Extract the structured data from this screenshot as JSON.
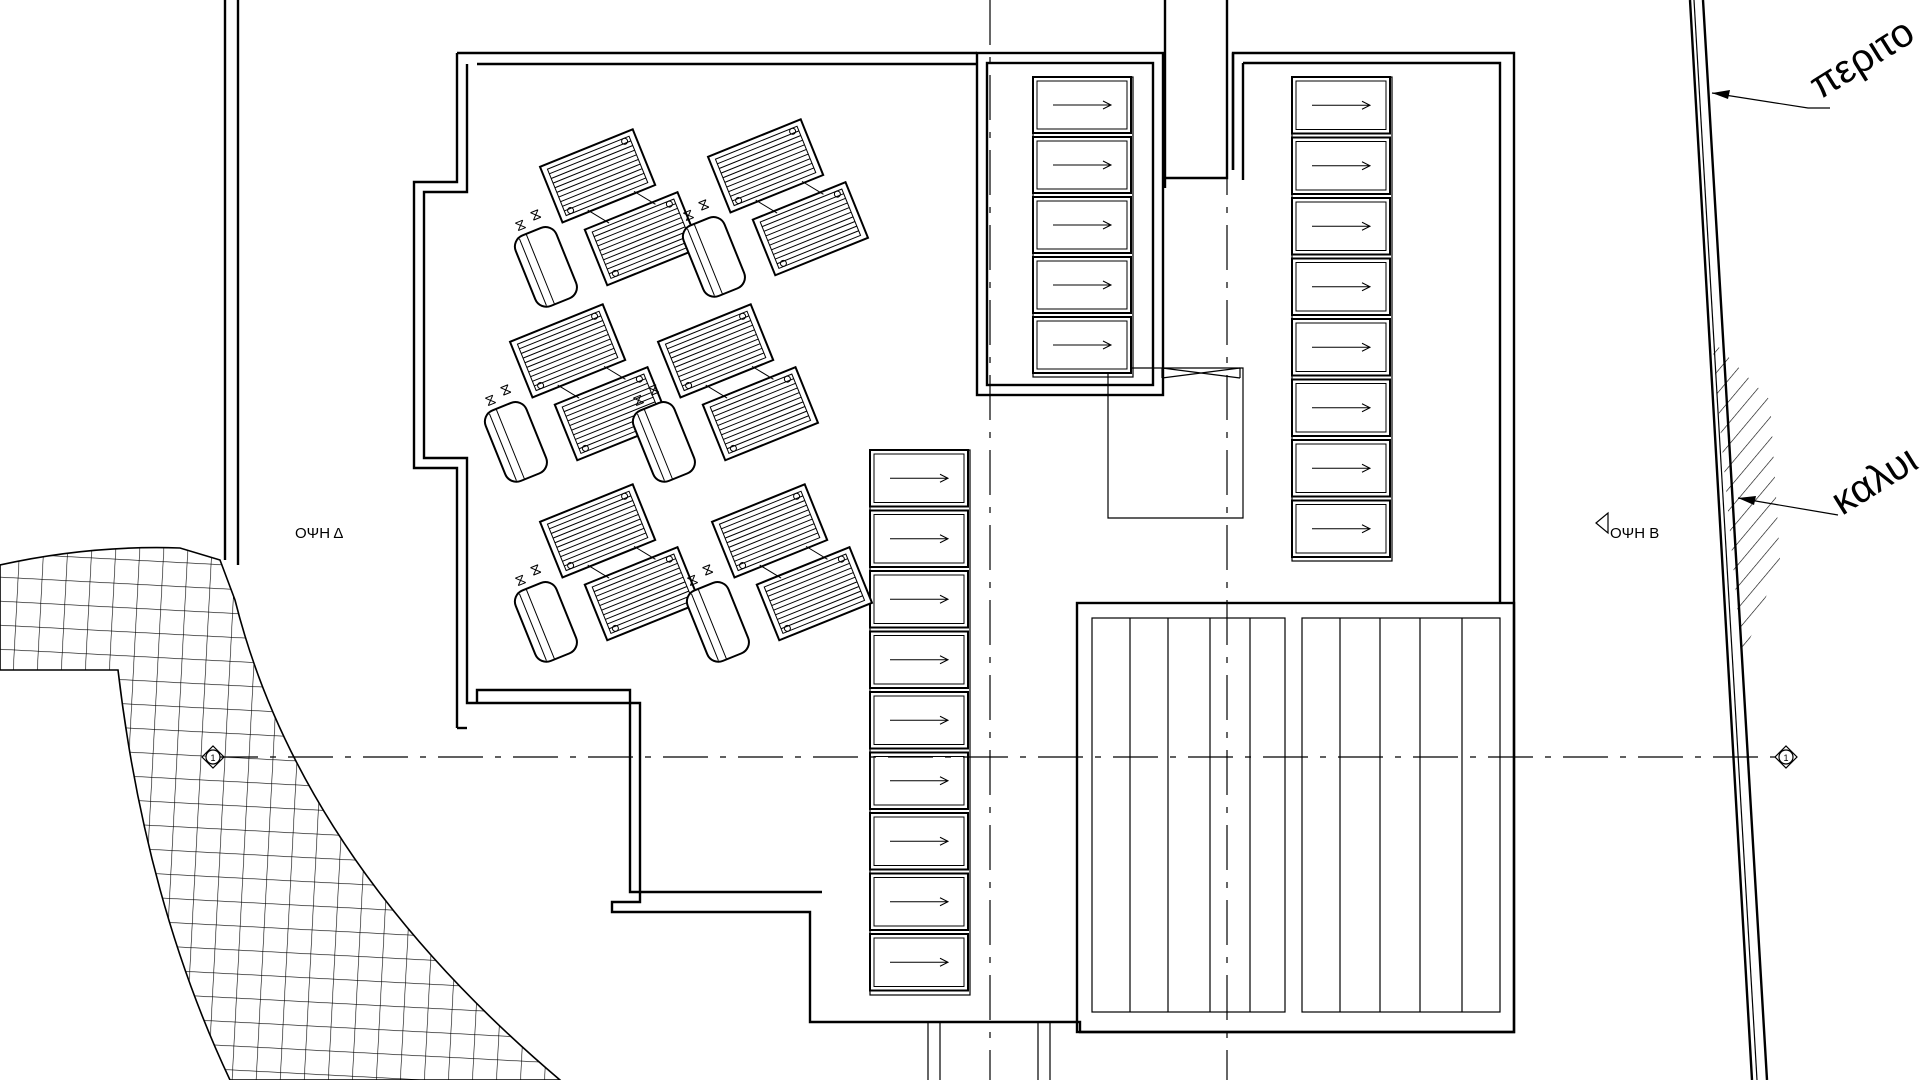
{
  "labels": {
    "elevation_west": "ΟΨΗ Δ",
    "elevation_east": "ΟΨΗ Β",
    "callout_top": "περιτο",
    "callout_mid": "καλυι",
    "axis_marker_left": "1",
    "axis_marker_right": "1"
  },
  "plan": {
    "solar_heater_groups": 6,
    "north_stair_flights": 5,
    "east_stair_flights": 8,
    "west_stair_flights": 9
  }
}
